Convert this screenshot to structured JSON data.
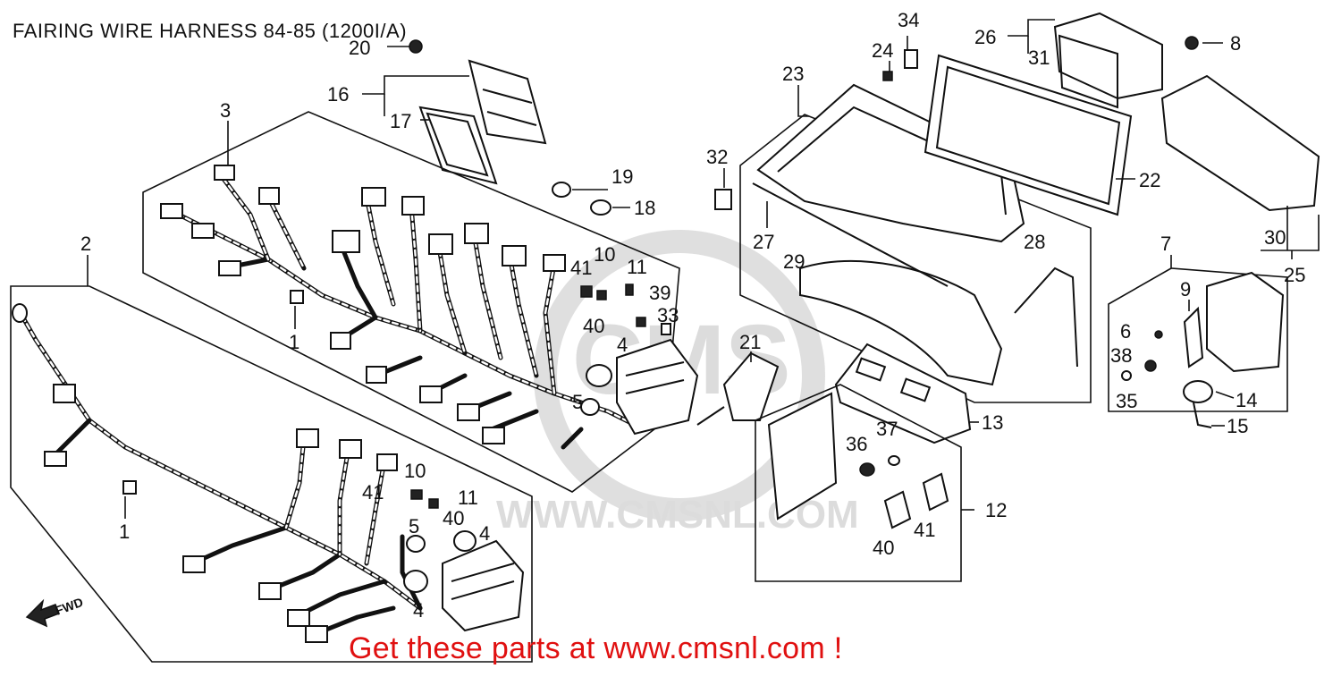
{
  "diagram": {
    "title": "FAIRING WIRE HARNESS 84-85 (1200I/A)",
    "footer": "Get these parts at www.cmsnl.com !",
    "watermark": "WWW.CMSNL.COM",
    "watermark_logo_text": "CMS",
    "direction_label": "FWD",
    "colors": {
      "footer": "#e01010",
      "ink": "#111111",
      "watermark": "#d9d9d9"
    },
    "callouts": [
      {
        "id": "c-20",
        "label": "20"
      },
      {
        "id": "c-16",
        "label": "16"
      },
      {
        "id": "c-17",
        "label": "17"
      },
      {
        "id": "c-3",
        "label": "3"
      },
      {
        "id": "c-2",
        "label": "2"
      },
      {
        "id": "c-1a",
        "label": "1"
      },
      {
        "id": "c-1b",
        "label": "1"
      },
      {
        "id": "c-19",
        "label": "19"
      },
      {
        "id": "c-18",
        "label": "18"
      },
      {
        "id": "c-10a",
        "label": "10"
      },
      {
        "id": "c-41a",
        "label": "41"
      },
      {
        "id": "c-11a",
        "label": "11"
      },
      {
        "id": "c-39",
        "label": "39"
      },
      {
        "id": "c-40a",
        "label": "40"
      },
      {
        "id": "c-33",
        "label": "33"
      },
      {
        "id": "c-4a",
        "label": "4"
      },
      {
        "id": "c-5a",
        "label": "5"
      },
      {
        "id": "c-10b",
        "label": "10"
      },
      {
        "id": "c-41b",
        "label": "41"
      },
      {
        "id": "c-11b",
        "label": "11"
      },
      {
        "id": "c-40b",
        "label": "40"
      },
      {
        "id": "c-5b",
        "label": "5"
      },
      {
        "id": "c-4b",
        "label": "4"
      },
      {
        "id": "c-4c",
        "label": "4"
      },
      {
        "id": "c-34",
        "label": "34"
      },
      {
        "id": "c-24",
        "label": "24"
      },
      {
        "id": "c-23",
        "label": "23"
      },
      {
        "id": "c-26",
        "label": "26"
      },
      {
        "id": "c-31",
        "label": "31"
      },
      {
        "id": "c-8",
        "label": "8"
      },
      {
        "id": "c-22",
        "label": "22"
      },
      {
        "id": "c-32",
        "label": "32"
      },
      {
        "id": "c-27",
        "label": "27"
      },
      {
        "id": "c-29",
        "label": "29"
      },
      {
        "id": "c-28",
        "label": "28"
      },
      {
        "id": "c-30",
        "label": "30"
      },
      {
        "id": "c-25",
        "label": "25"
      },
      {
        "id": "c-7",
        "label": "7"
      },
      {
        "id": "c-9",
        "label": "9"
      },
      {
        "id": "c-6",
        "label": "6"
      },
      {
        "id": "c-38",
        "label": "38"
      },
      {
        "id": "c-35",
        "label": "35"
      },
      {
        "id": "c-14",
        "label": "14"
      },
      {
        "id": "c-15",
        "label": "15"
      },
      {
        "id": "c-21",
        "label": "21"
      },
      {
        "id": "c-13",
        "label": "13"
      },
      {
        "id": "c-36",
        "label": "36"
      },
      {
        "id": "c-37",
        "label": "37"
      },
      {
        "id": "c-12",
        "label": "12"
      },
      {
        "id": "c-40c",
        "label": "40"
      },
      {
        "id": "c-41c",
        "label": "41"
      }
    ]
  }
}
